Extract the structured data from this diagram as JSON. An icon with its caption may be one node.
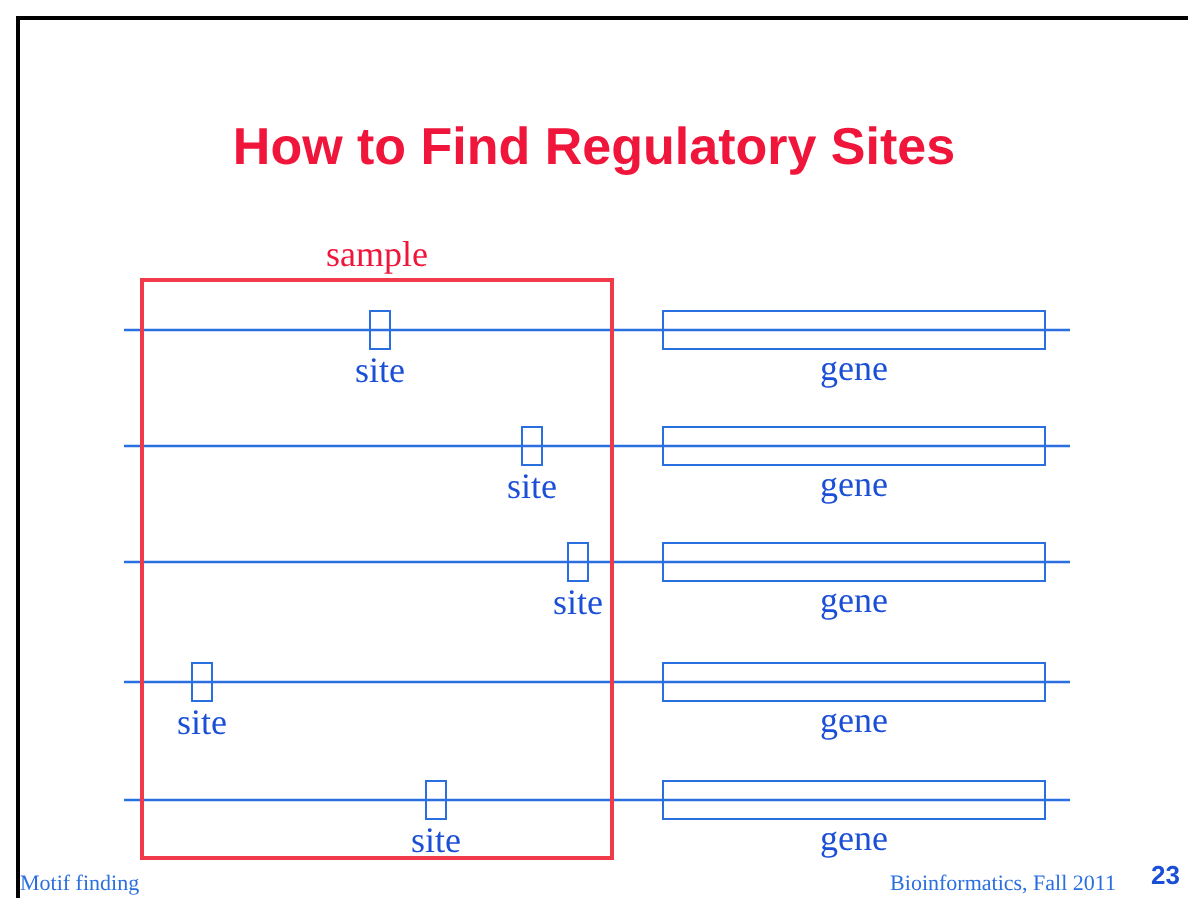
{
  "diagram": {
    "title": "How to Find Regulatory Sites",
    "nodes": [
      {
        "text": [
          "sample"
        ]
      },
      {
        "text": [
          "site"
        ],
        "in": 0
      },
      {
        "text": [
          "gene"
        ]
      },
      {
        "text": [
          "site"
        ],
        "in": 0
      },
      {
        "text": [
          "gene"
        ]
      },
      {
        "text": [
          "site"
        ],
        "in": 0
      },
      {
        "text": [
          "gene"
        ]
      },
      {
        "text": [
          "site"
        ],
        "in": 0
      },
      {
        "text": [
          "gene"
        ]
      },
      {
        "text": [
          "site"
        ],
        "in": 0
      },
      {
        "text": [
          "gene"
        ]
      }
    ],
    "edges": [],
    "labels": [
      "Motif finding",
      "Bioinformatics, Fall 2011",
      "23"
    ]
  }
}
